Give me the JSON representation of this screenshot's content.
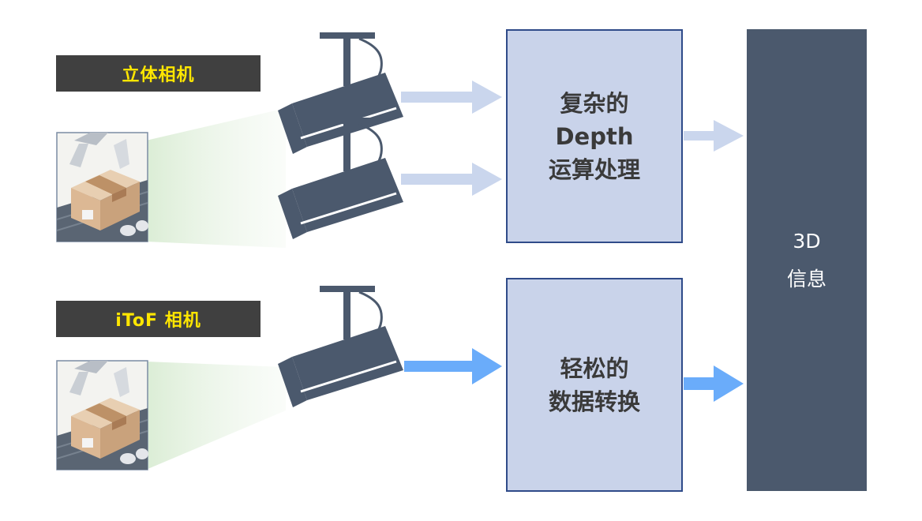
{
  "labels": {
    "stereo_camera": "立体相机",
    "itof_camera": "iToF 相机"
  },
  "boxes": {
    "complex": {
      "line1": "复杂的",
      "line2": "Depth",
      "line3": "运算处理"
    },
    "easy": {
      "line1": "轻松的",
      "line2": "数据转换"
    }
  },
  "output": {
    "line1": "3D",
    "line2": "信息"
  },
  "colors": {
    "label_bg": "#404040",
    "label_text": "#ffe600",
    "box_fill": "#c9d3ea",
    "box_border": "#2f4b89",
    "camera": "#4b596d",
    "arrow_light": "#cad6ed",
    "arrow_bright": "#6aacfa",
    "output_bg": "#4b596d"
  },
  "icons": [
    "camera-icon",
    "box-on-conveyor-icon",
    "light-arrow-icon",
    "blue-arrow-icon"
  ]
}
